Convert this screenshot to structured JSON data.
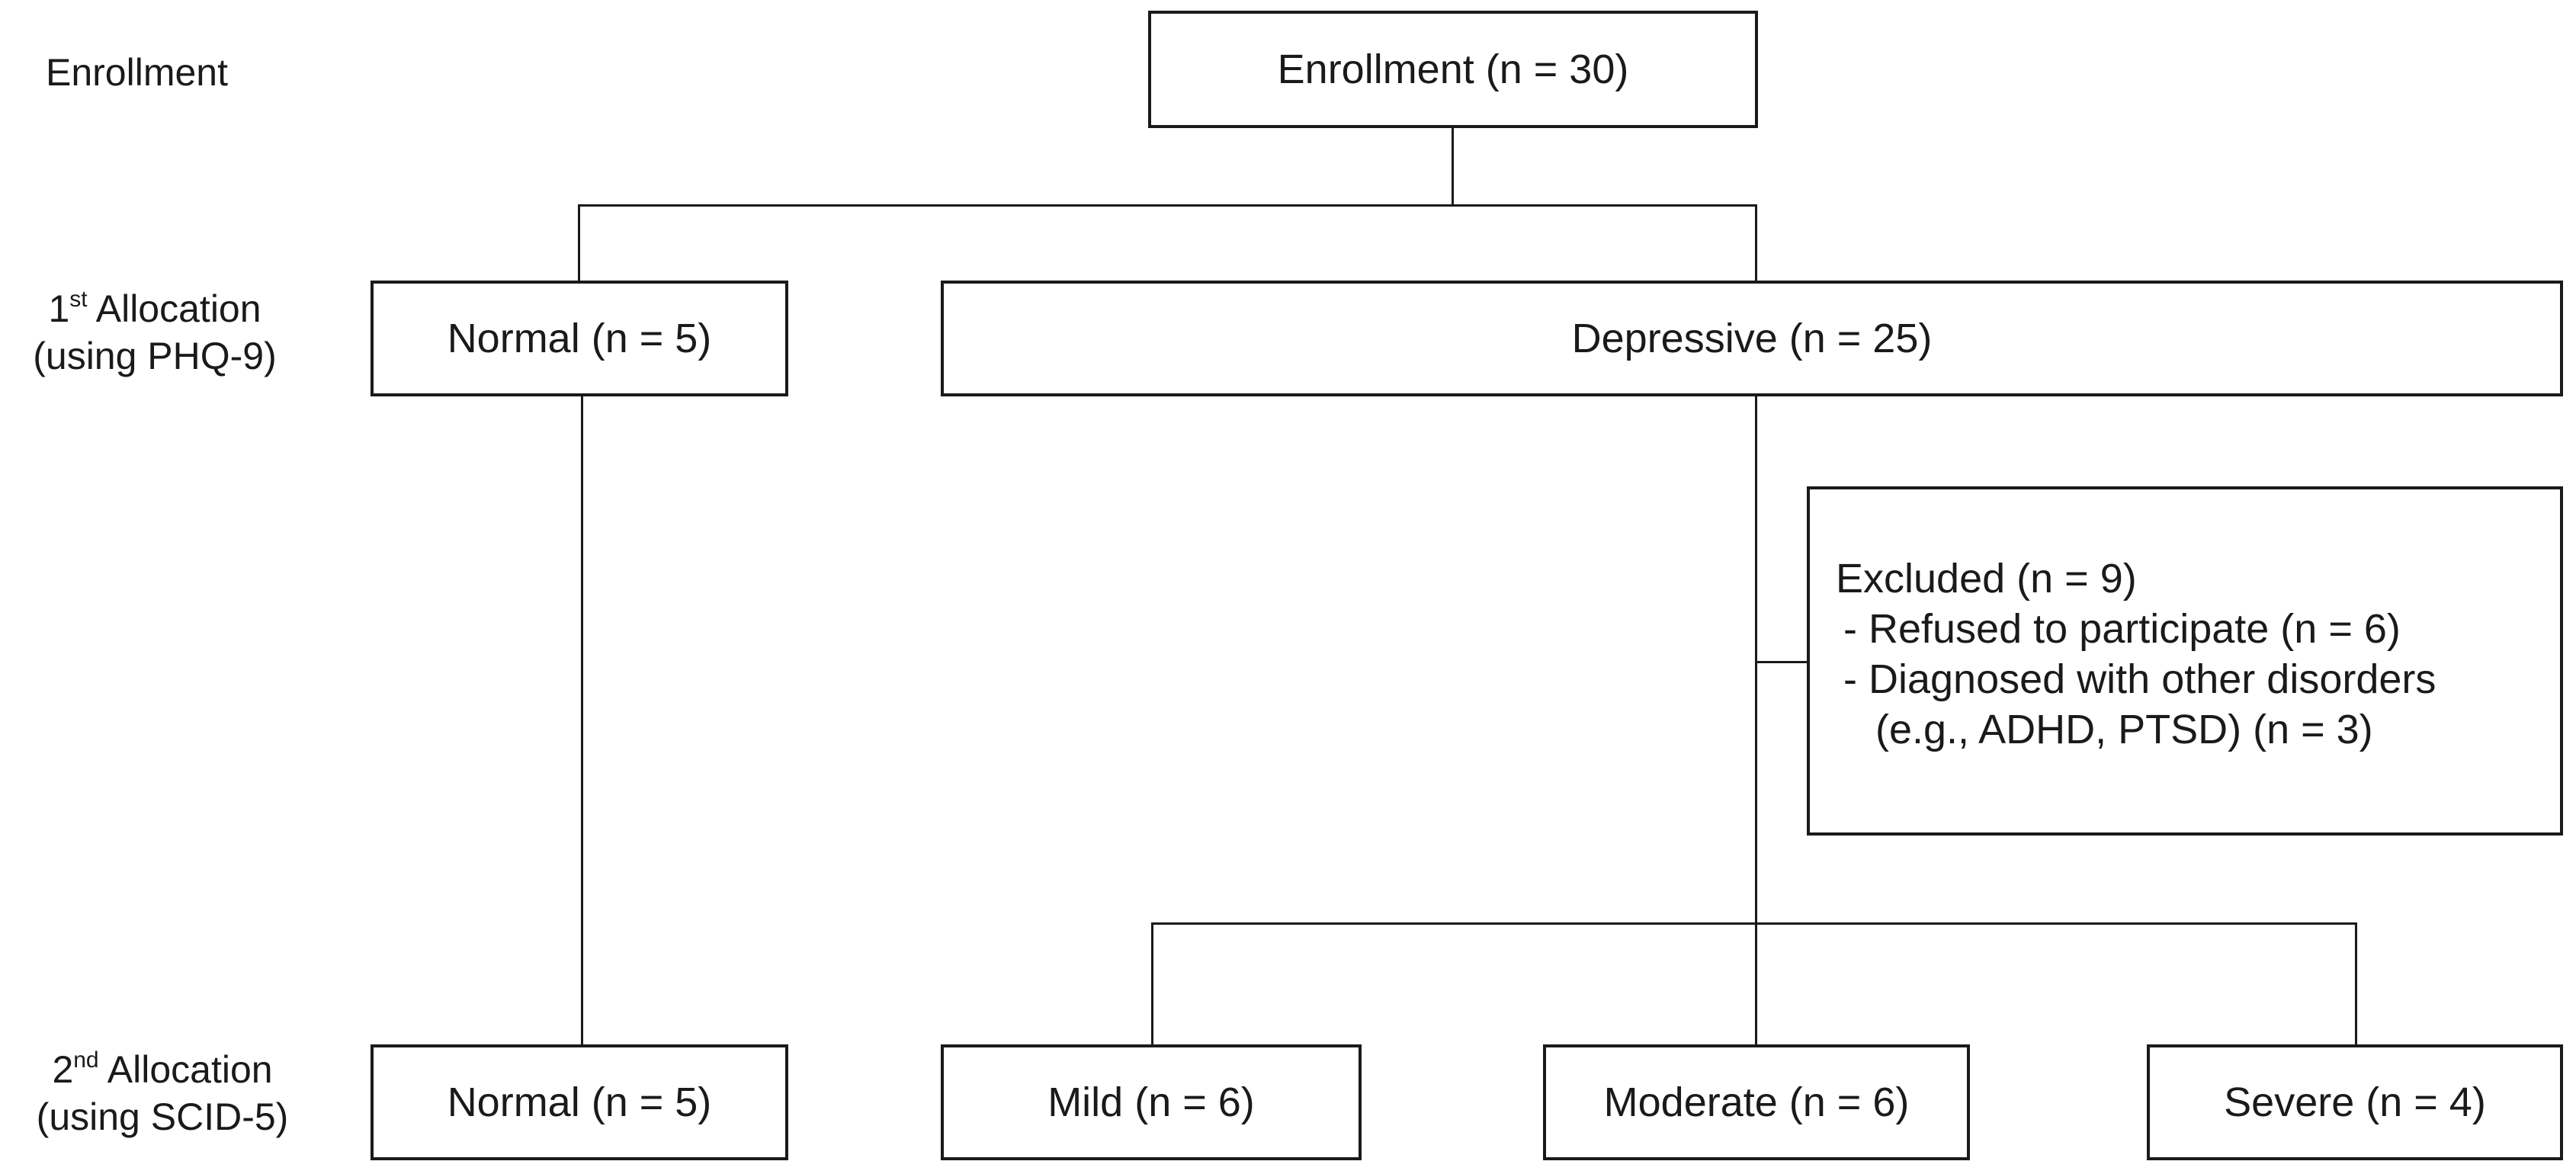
{
  "side_labels": {
    "enrollment": "Enrollment",
    "first_allocation": {
      "number": "1",
      "suffix": "st",
      "word": " Allocation",
      "method": "(using PHQ-9)"
    },
    "second_allocation": {
      "number": "2",
      "suffix": "nd",
      "word": " Allocation",
      "method": "(using SCID-5)"
    }
  },
  "boxes": {
    "enrollment": "Enrollment (n = 30)",
    "normal_first": "Normal (n = 5)",
    "depressive": "Depressive (n = 25)",
    "normal_second": "Normal (n = 5)",
    "mild": "Mild (n = 6)",
    "moderate": "Moderate (n = 6)",
    "severe": "Severe (n = 4)"
  },
  "excluded": {
    "title": "Excluded (n = 9)",
    "reason_refused": "- Refused to participate (n = 6)",
    "reason_other": "- Diagnosed with other disorders",
    "reason_other_examples": "(e.g., ADHD, PTSD) (n = 3)"
  }
}
